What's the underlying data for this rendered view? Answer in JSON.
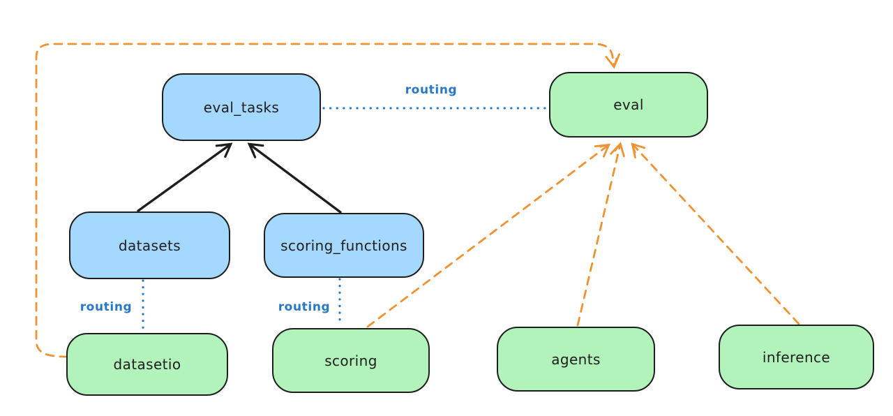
{
  "diagram": {
    "style": "hand-drawn architecture diagram",
    "colors": {
      "background": "#ffffff",
      "node_border": "#1e1e1e",
      "resource_node_fill_blue": "#a5d8ff",
      "api_node_fill_green": "#b2f2bb",
      "routing_line_blue": "#2779c4",
      "provider_arrow_orange": "#ef9233",
      "dependency_arrow_black": "#1e1e1e"
    },
    "nodes": [
      {
        "id": "eval_tasks",
        "label": "eval_tasks",
        "fill": "#a5d8ff"
      },
      {
        "id": "eval",
        "label": "eval",
        "fill": "#b2f2bb"
      },
      {
        "id": "datasets",
        "label": "datasets",
        "fill": "#a5d8ff"
      },
      {
        "id": "scoring_functions",
        "label": "scoring_functions",
        "fill": "#a5d8ff"
      },
      {
        "id": "datasetio",
        "label": "datasetio",
        "fill": "#b2f2bb"
      },
      {
        "id": "scoring",
        "label": "scoring",
        "fill": "#b2f2bb"
      },
      {
        "id": "agents",
        "label": "agents",
        "fill": "#b2f2bb"
      },
      {
        "id": "inference",
        "label": "inference",
        "fill": "#b2f2bb"
      }
    ],
    "edges": [
      {
        "from": "datasets",
        "to": "eval_tasks",
        "style": "solid",
        "arrow": true,
        "color": "#1e1e1e"
      },
      {
        "from": "scoring_functions",
        "to": "eval_tasks",
        "style": "solid",
        "arrow": true,
        "color": "#1e1e1e"
      },
      {
        "from": "eval_tasks",
        "to": "eval",
        "style": "dotted",
        "arrow": false,
        "color": "#2779c4",
        "label": "routing"
      },
      {
        "from": "datasets",
        "to": "datasetio",
        "style": "dotted",
        "arrow": false,
        "color": "#2779c4",
        "label": "routing"
      },
      {
        "from": "scoring_functions",
        "to": "scoring",
        "style": "dotted",
        "arrow": false,
        "color": "#2779c4",
        "label": "routing"
      },
      {
        "from": "scoring",
        "to": "eval",
        "style": "dashed",
        "arrow": true,
        "color": "#ef9233"
      },
      {
        "from": "agents",
        "to": "eval",
        "style": "dashed",
        "arrow": true,
        "color": "#ef9233"
      },
      {
        "from": "inference",
        "to": "eval",
        "style": "dashed",
        "arrow": true,
        "color": "#ef9233"
      },
      {
        "from": "datasetio",
        "to": "eval",
        "style": "dashed",
        "arrow": true,
        "color": "#ef9233",
        "route": "around-left-and-top"
      }
    ]
  }
}
